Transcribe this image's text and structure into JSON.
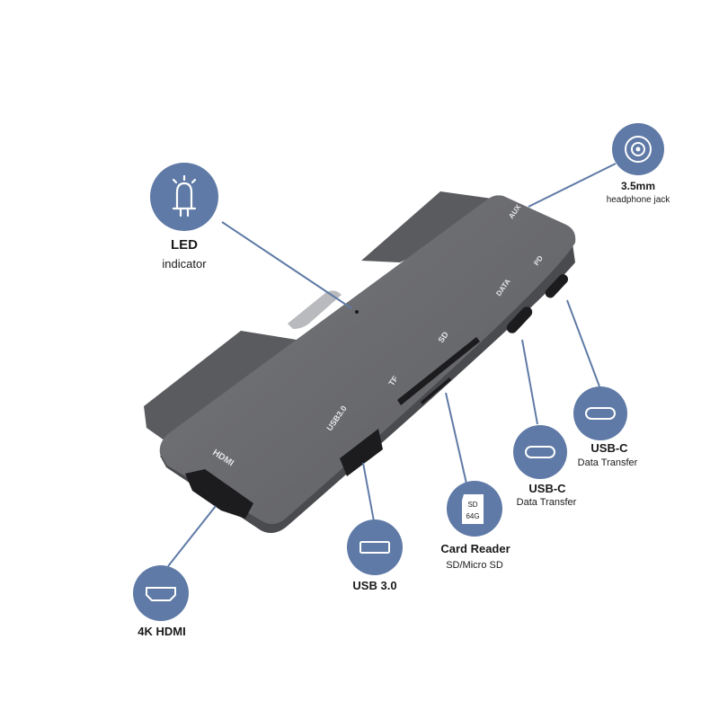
{
  "colors": {
    "background": "#ffffff",
    "badge": "#5f7aa6",
    "line": "#5f7aa6",
    "hub_top": "#6c6d71",
    "hub_side": "#4a4b4f",
    "port": "#1c1c1e"
  },
  "hub": {
    "port_labels": {
      "hdmi": "HDMI",
      "usb": "USB3.0",
      "tf": "TF",
      "sd": "SD",
      "data": "DATA",
      "pd": "PD",
      "aux": "AUX"
    }
  },
  "callouts": {
    "led": {
      "icon": "led-icon",
      "title": "LED",
      "subtitle": "indicator"
    },
    "audio": {
      "icon": "headphone-jack-icon",
      "title": "3.5mm",
      "subtitle": "headphone jack"
    },
    "usbc_pd": {
      "icon": "usb-c-port-icon",
      "title": "USB-C",
      "subtitle": "Data Transfer"
    },
    "usbc_data": {
      "icon": "usb-c-port-icon",
      "title": "USB-C",
      "subtitle": "Data Transfer"
    },
    "card": {
      "icon": "sd-card-icon",
      "title": "Card Reader",
      "subtitle": "SD/Micro SD",
      "card_text_1": "SD",
      "card_text_2": "64G"
    },
    "usb": {
      "icon": "usb-a-port-icon",
      "title": "USB 3.0"
    },
    "hdmi": {
      "icon": "hdmi-port-icon",
      "title": "4K HDMI"
    }
  }
}
